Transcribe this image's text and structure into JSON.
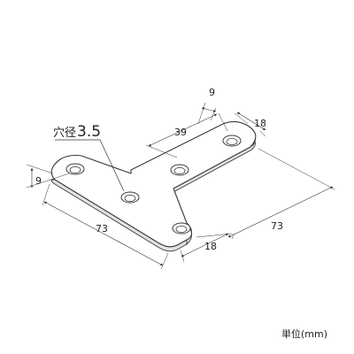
{
  "hole_label": {
    "prefix": "穴径",
    "value": "3.5"
  },
  "dimensions": {
    "top_offset": "9",
    "hole_pitch": "39",
    "width_right_arm": "18",
    "left_offset": "9",
    "length_left": "73",
    "width_bottom_arm": "18",
    "length_right": "73"
  },
  "unit_label": "単位(mm)",
  "colors": {
    "plate_fill": "#ffffff",
    "plate_stroke": "#3a3a3a",
    "plate_edge": "#d8d8d8",
    "line": "#333333"
  }
}
